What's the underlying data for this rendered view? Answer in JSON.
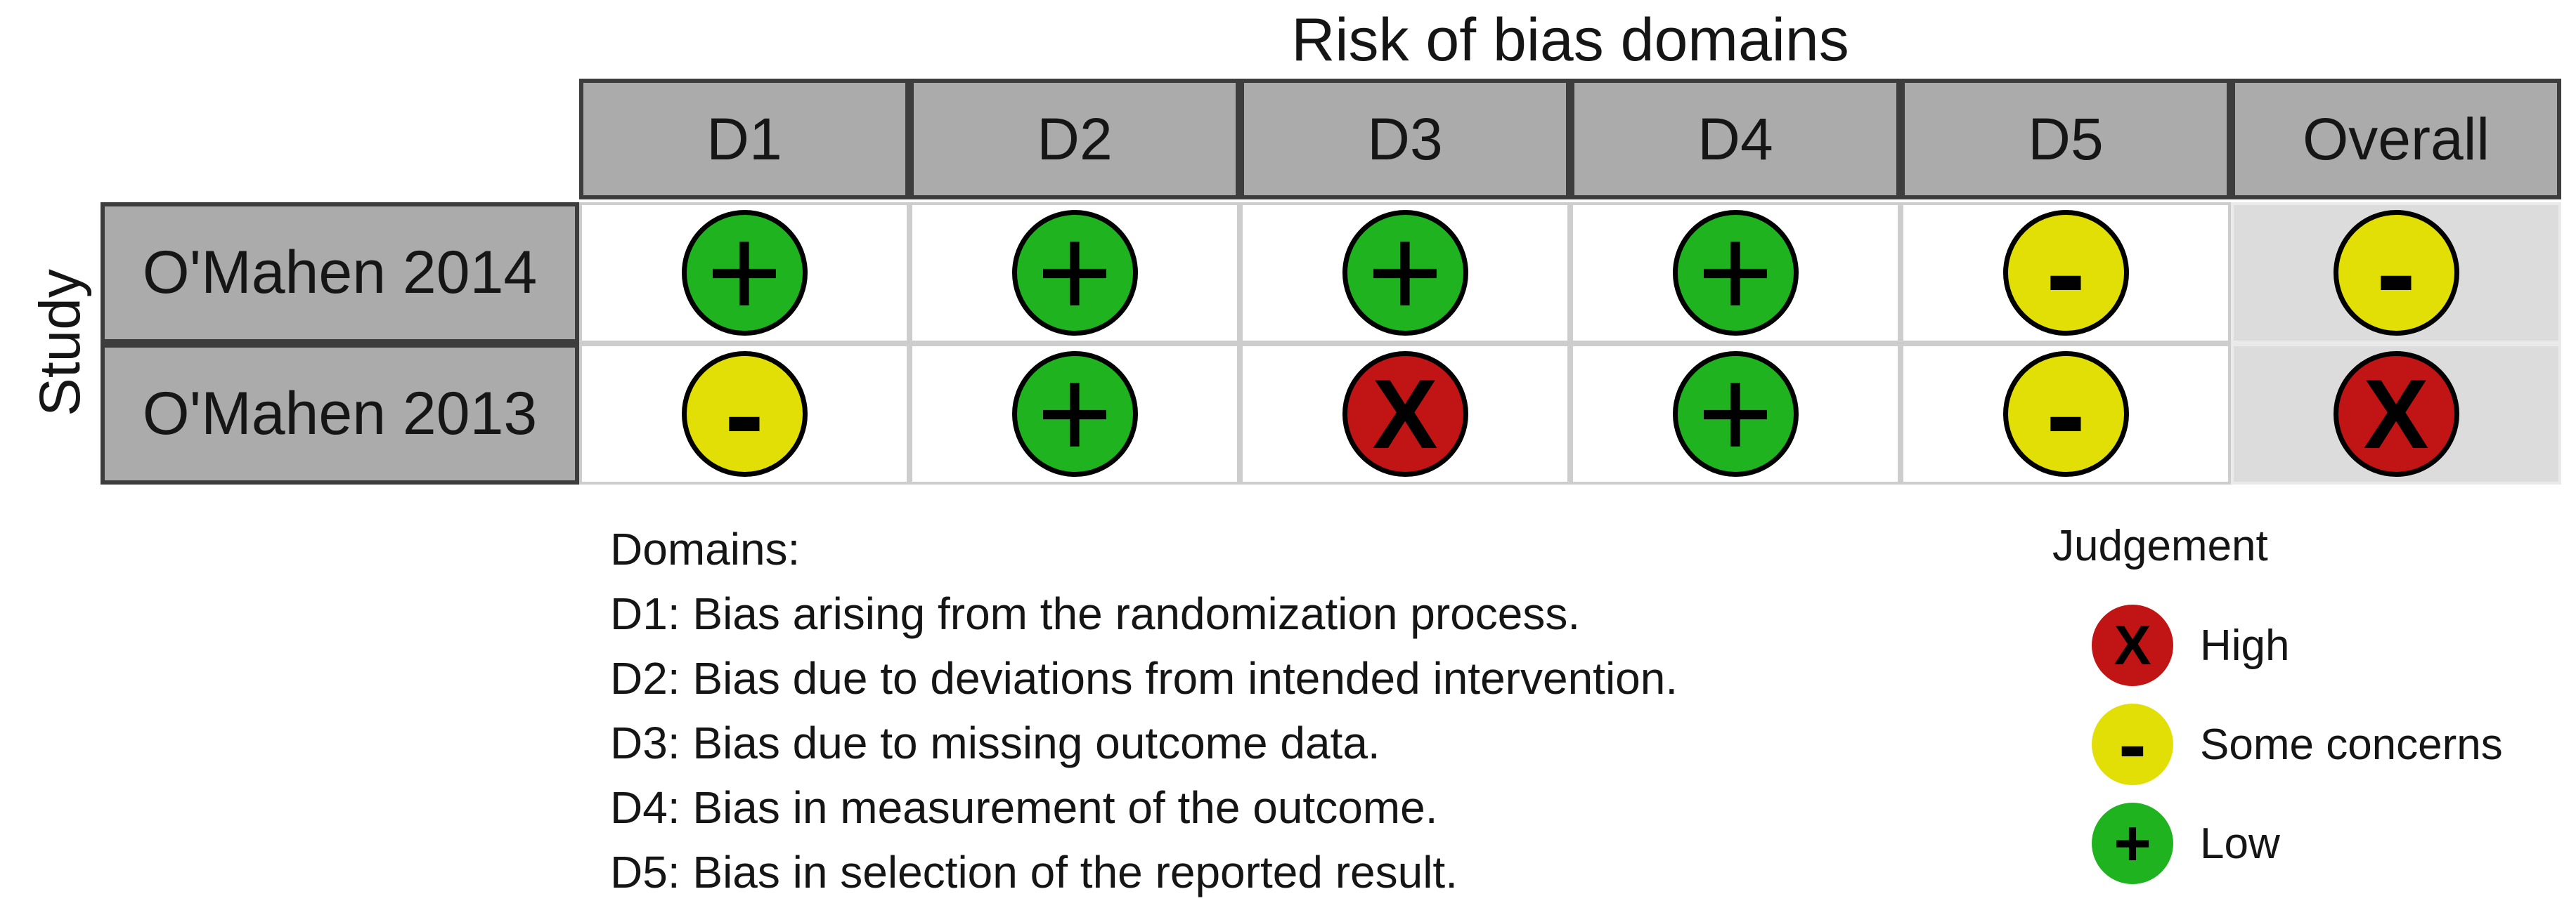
{
  "title": "Risk of bias domains",
  "axis_label": "Study",
  "columns": [
    "D1",
    "D2",
    "D3",
    "D4",
    "D5",
    "Overall"
  ],
  "rows": [
    {
      "study": "O'Mahen 2014",
      "judgements": [
        "low",
        "low",
        "low",
        "low",
        "some",
        "some"
      ]
    },
    {
      "study": "O'Mahen 2013",
      "judgements": [
        "some",
        "low",
        "high",
        "low",
        "some",
        "high"
      ]
    }
  ],
  "symbols": {
    "low": "+",
    "some": "-",
    "high": "X"
  },
  "colors": {
    "low": "#1FB41F",
    "some": "#E2DF07",
    "high": "#C11414",
    "header_bg": "#ABABAB",
    "overall_col_bg": "#DCDCDC",
    "circle_border": "#000000"
  },
  "domains_note": {
    "heading": "Domains:",
    "items": [
      "D1: Bias arising from the randomization process.",
      "D2: Bias due to deviations from intended intervention.",
      "D3: Bias due to missing outcome data.",
      "D4: Bias in measurement of the outcome.",
      "D5: Bias in selection of the reported result."
    ]
  },
  "legend": {
    "heading": "Judgement",
    "items": [
      {
        "label": "High",
        "level": "high"
      },
      {
        "label": "Some concerns",
        "level": "some"
      },
      {
        "label": "Low",
        "level": "low"
      }
    ]
  },
  "chart_data": {
    "type": "heatmap",
    "title": "Risk of bias domains",
    "x_categories": [
      "D1",
      "D2",
      "D3",
      "D4",
      "D5",
      "Overall"
    ],
    "y_categories": [
      "O'Mahen 2014",
      "O'Mahen 2013"
    ],
    "values": [
      [
        "Low",
        "Low",
        "Low",
        "Low",
        "Some concerns",
        "Some concerns"
      ],
      [
        "Some concerns",
        "Low",
        "High",
        "Low",
        "Some concerns",
        "High"
      ]
    ],
    "ylabel": "Study",
    "legend_entries": [
      "High",
      "Some concerns",
      "Low"
    ],
    "legend_position": "bottom-right",
    "symbol_map": {
      "High": "X",
      "Some concerns": "-",
      "Low": "+"
    },
    "color_map": {
      "High": "#C11414",
      "Some concerns": "#E2DF07",
      "Low": "#1FB41F"
    }
  }
}
